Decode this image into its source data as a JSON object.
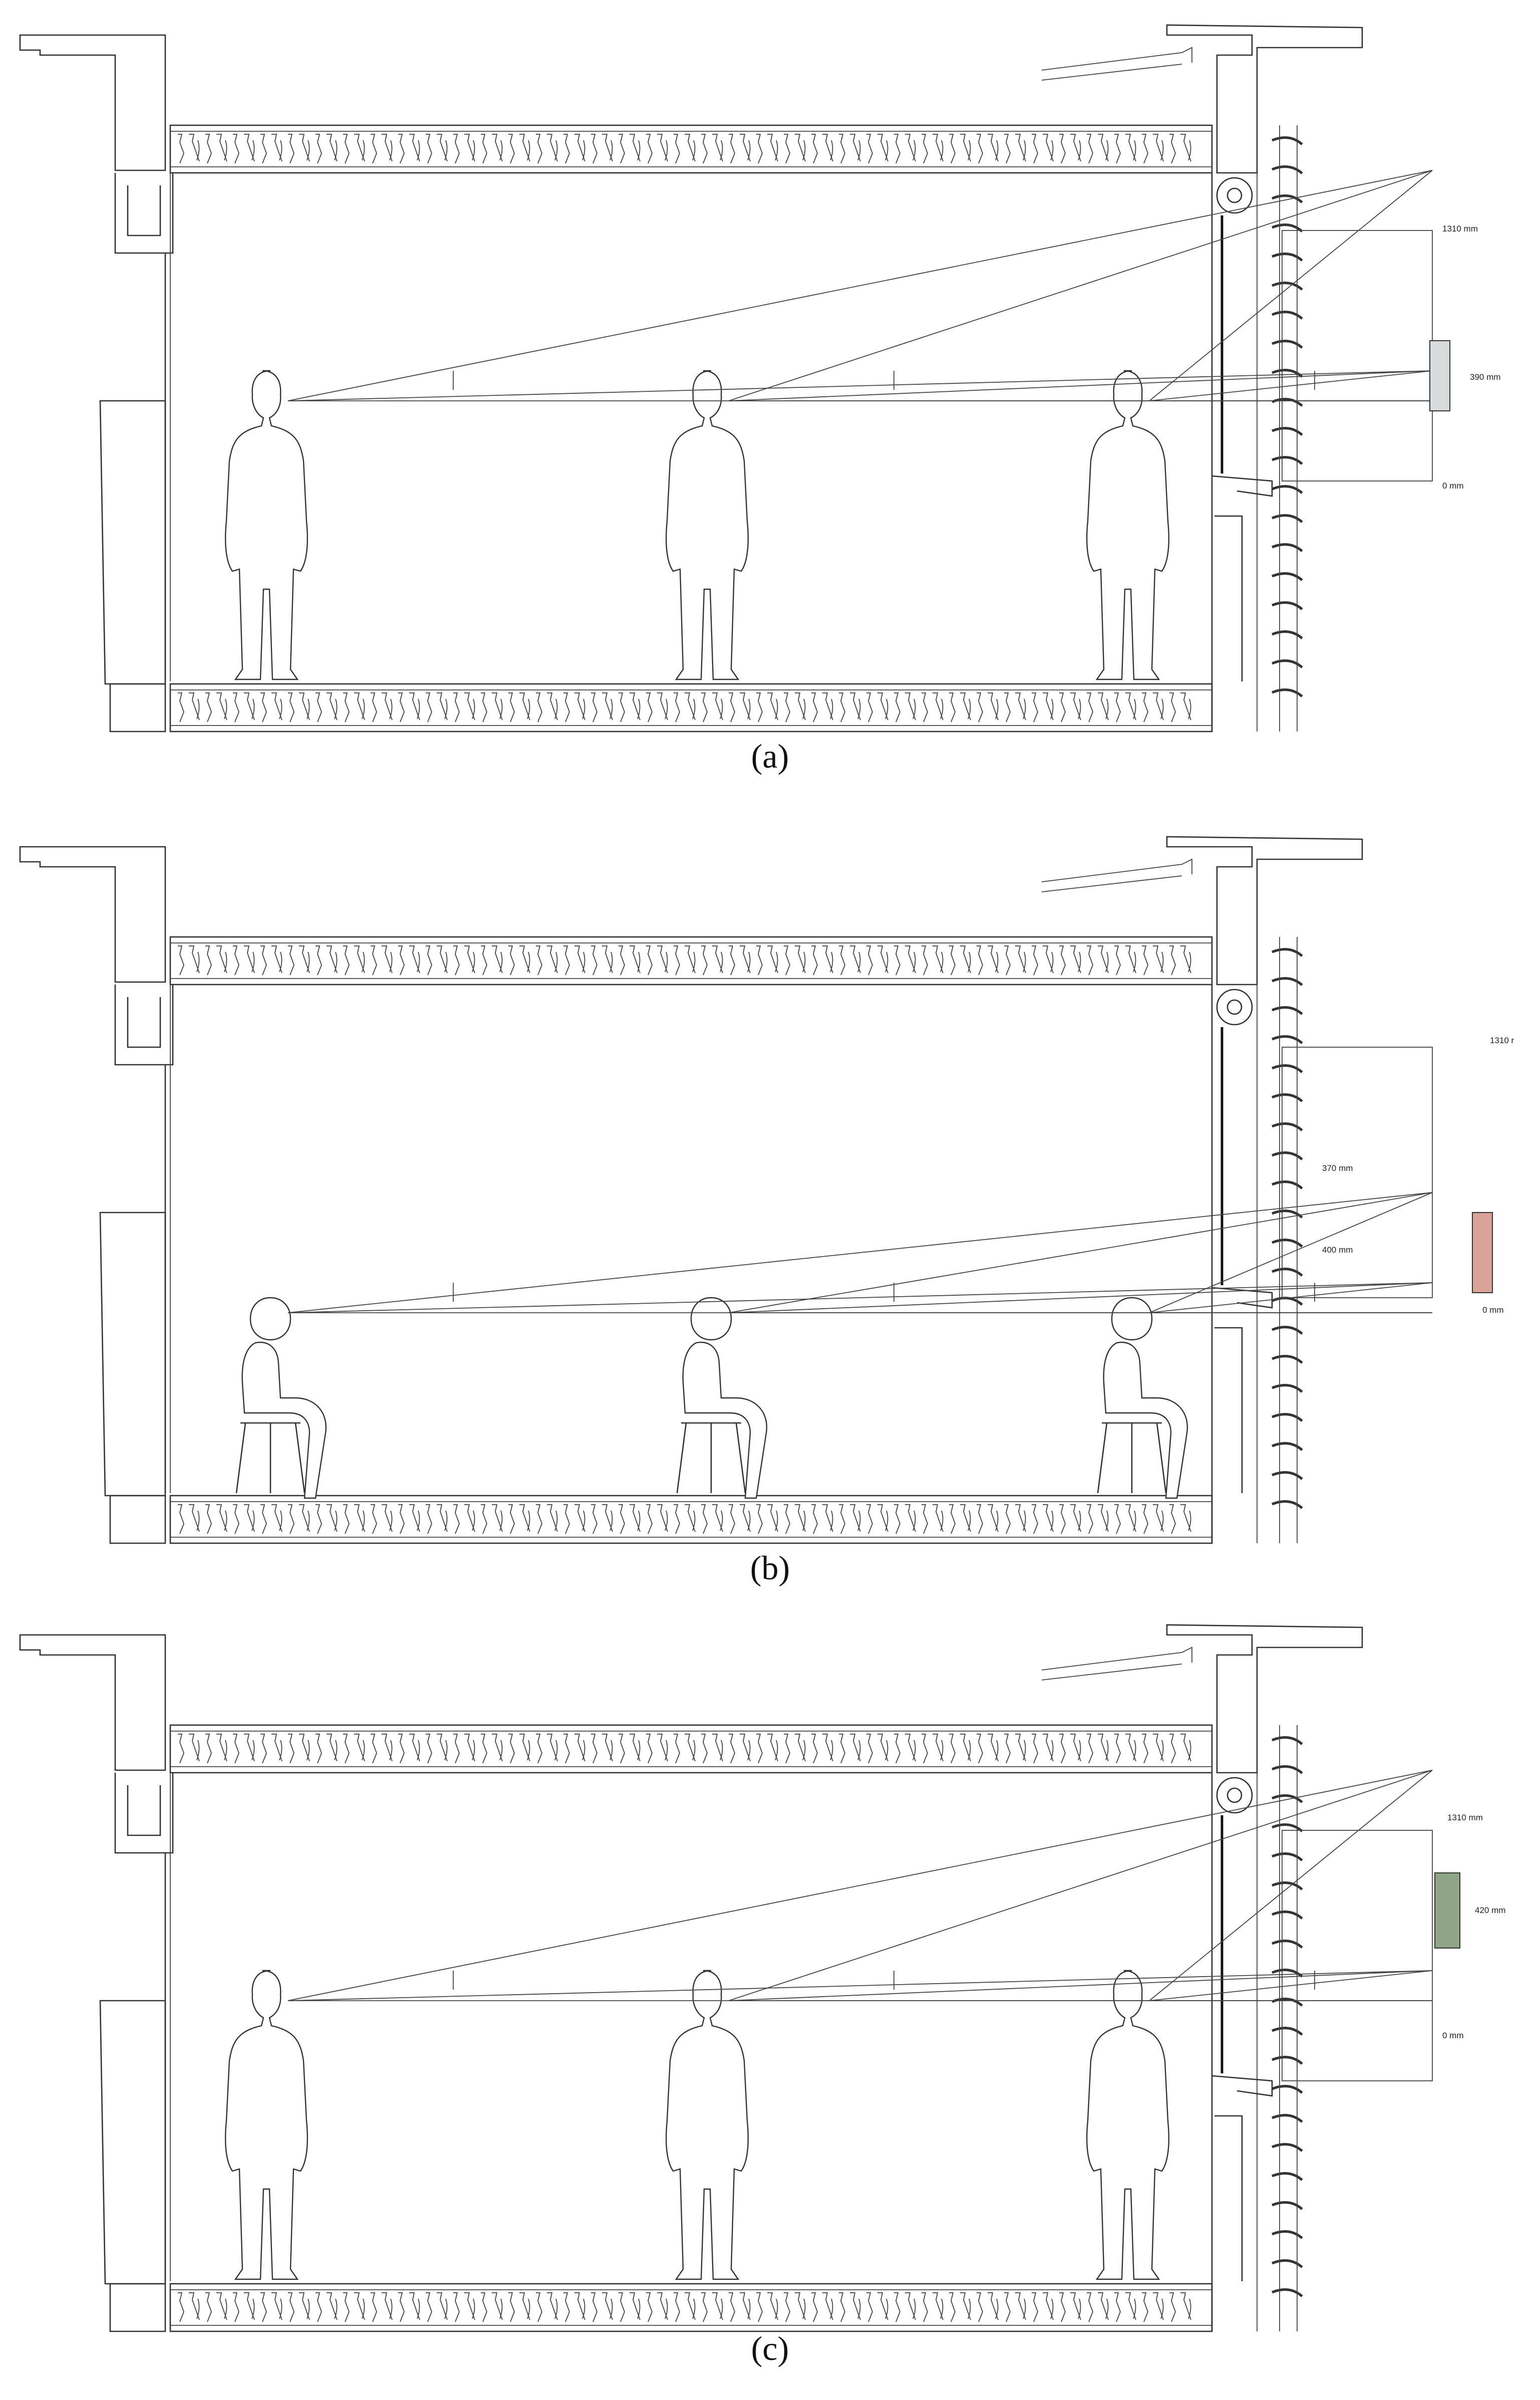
{
  "panels": [
    {
      "caption": "(a)",
      "pose": "standing",
      "dims": {
        "top": "1310 mm",
        "middle": "390 mm",
        "bottom": "0 mm"
      },
      "swatch_color": "#d9dcdd",
      "band": "upper"
    },
    {
      "caption": "(b)",
      "pose": "seated",
      "dims": {
        "top": "1310 r",
        "middle": "370 mm",
        "second": "400 mm",
        "bottom": "0 mm"
      },
      "swatch_color": "#d9a497",
      "band": "lower"
    },
    {
      "caption": "(c)",
      "pose": "standing",
      "dims": {
        "top": "1310 mm",
        "middle": "420 mm",
        "bottom": "0 mm"
      },
      "swatch_color": "#8fa587",
      "band": "upper"
    }
  ]
}
